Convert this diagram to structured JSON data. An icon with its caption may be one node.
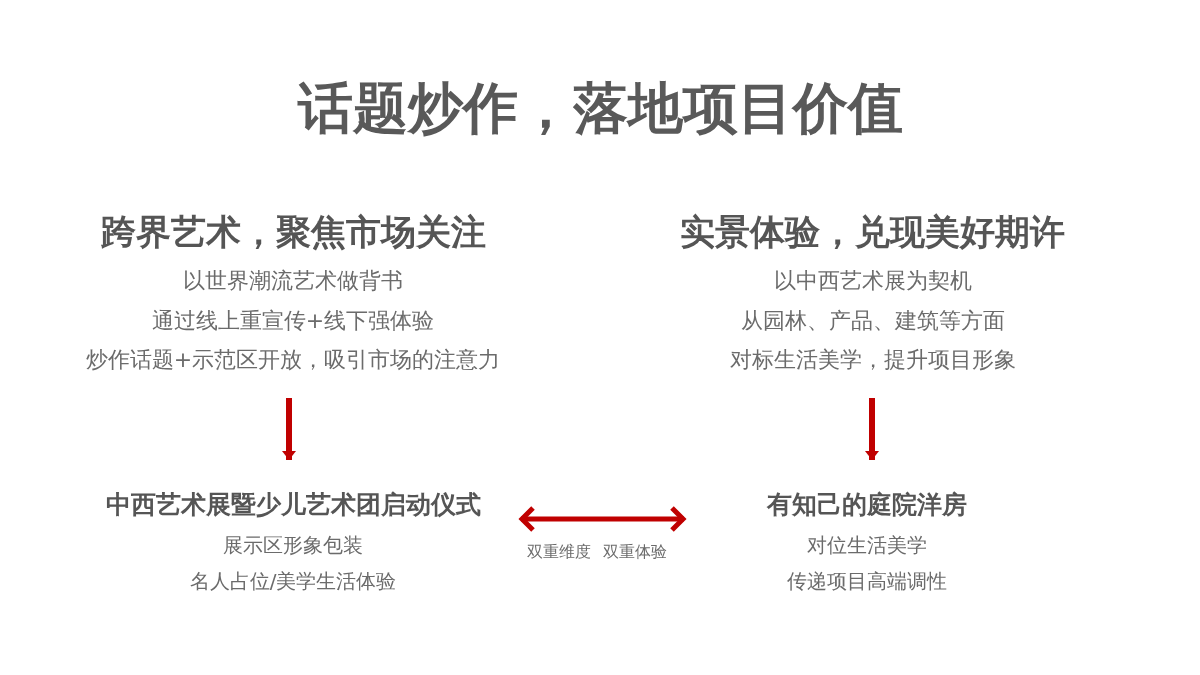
{
  "diagram": {
    "title": "话题炒作，落地项目价值",
    "nodes": [
      {
        "text": [
          "跨界艺术，聚焦市场关注",
          "以世界潮流艺术做背书",
          "通过线上重宣传+线下强体验",
          "炒作话题+示范区开放，吸引市场的注意力"
        ]
      },
      {
        "text": [
          "实景体验，兑现美好期许",
          "以中西艺术展为契机",
          "从园林、产品、建筑等方面",
          "对标生活美学，提升项目形象"
        ]
      },
      {
        "text": [
          "中西艺术展暨少儿艺术团启动仪式",
          "展示区形象包装",
          "名人占位/美学生活体验"
        ]
      },
      {
        "text": [
          "有知己的庭院洋房",
          "对位生活美学",
          "传递项目高端调性"
        ]
      }
    ],
    "edges": [
      {
        "from": 0,
        "to": 2,
        "arrow": "to"
      },
      {
        "from": 1,
        "to": 3,
        "arrow": "to"
      },
      {
        "from": 2,
        "to": 3,
        "arrow": "both",
        "label": "双重维度 双重体验"
      }
    ]
  }
}
